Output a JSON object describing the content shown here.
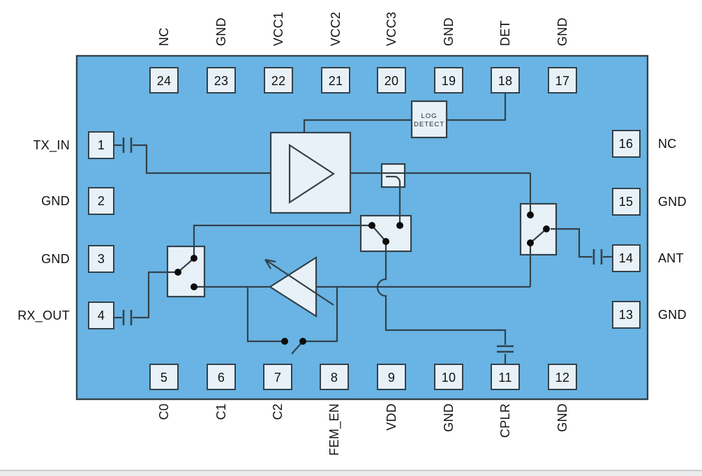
{
  "diagram_title": "",
  "pins": {
    "top": [
      {
        "num": "24",
        "label": "NC"
      },
      {
        "num": "23",
        "label": "GND"
      },
      {
        "num": "22",
        "label": "VCC1"
      },
      {
        "num": "21",
        "label": "VCC2"
      },
      {
        "num": "20",
        "label": "VCC3"
      },
      {
        "num": "19",
        "label": "GND"
      },
      {
        "num": "18",
        "label": "DET"
      },
      {
        "num": "17",
        "label": "GND"
      }
    ],
    "left": [
      {
        "num": "1",
        "label": "TX_IN"
      },
      {
        "num": "2",
        "label": "GND"
      },
      {
        "num": "3",
        "label": "GND"
      },
      {
        "num": "4",
        "label": "RX_OUT"
      }
    ],
    "right": [
      {
        "num": "16",
        "label": "NC"
      },
      {
        "num": "15",
        "label": "GND"
      },
      {
        "num": "14",
        "label": "ANT"
      },
      {
        "num": "13",
        "label": "GND"
      }
    ],
    "bottom": [
      {
        "num": "5",
        "label": "C0"
      },
      {
        "num": "6",
        "label": "C1"
      },
      {
        "num": "7",
        "label": "C2"
      },
      {
        "num": "8",
        "label": "FEM_EN"
      },
      {
        "num": "9",
        "label": "VDD"
      },
      {
        "num": "10",
        "label": "GND"
      },
      {
        "num": "11",
        "label": "CPLR"
      },
      {
        "num": "12",
        "label": "GND"
      }
    ]
  },
  "blocks": {
    "log_detect": {
      "line1": "LOG",
      "line2": "DETECT"
    }
  },
  "colors": {
    "chip_fill": "#69b4e4",
    "box_fill": "#e9f1f8",
    "line_color": "#33414b",
    "text_color": "#111111",
    "page_bg": "#ffffff",
    "footer_bar": "#ececec",
    "footer_edge": "#bdbdbd"
  }
}
